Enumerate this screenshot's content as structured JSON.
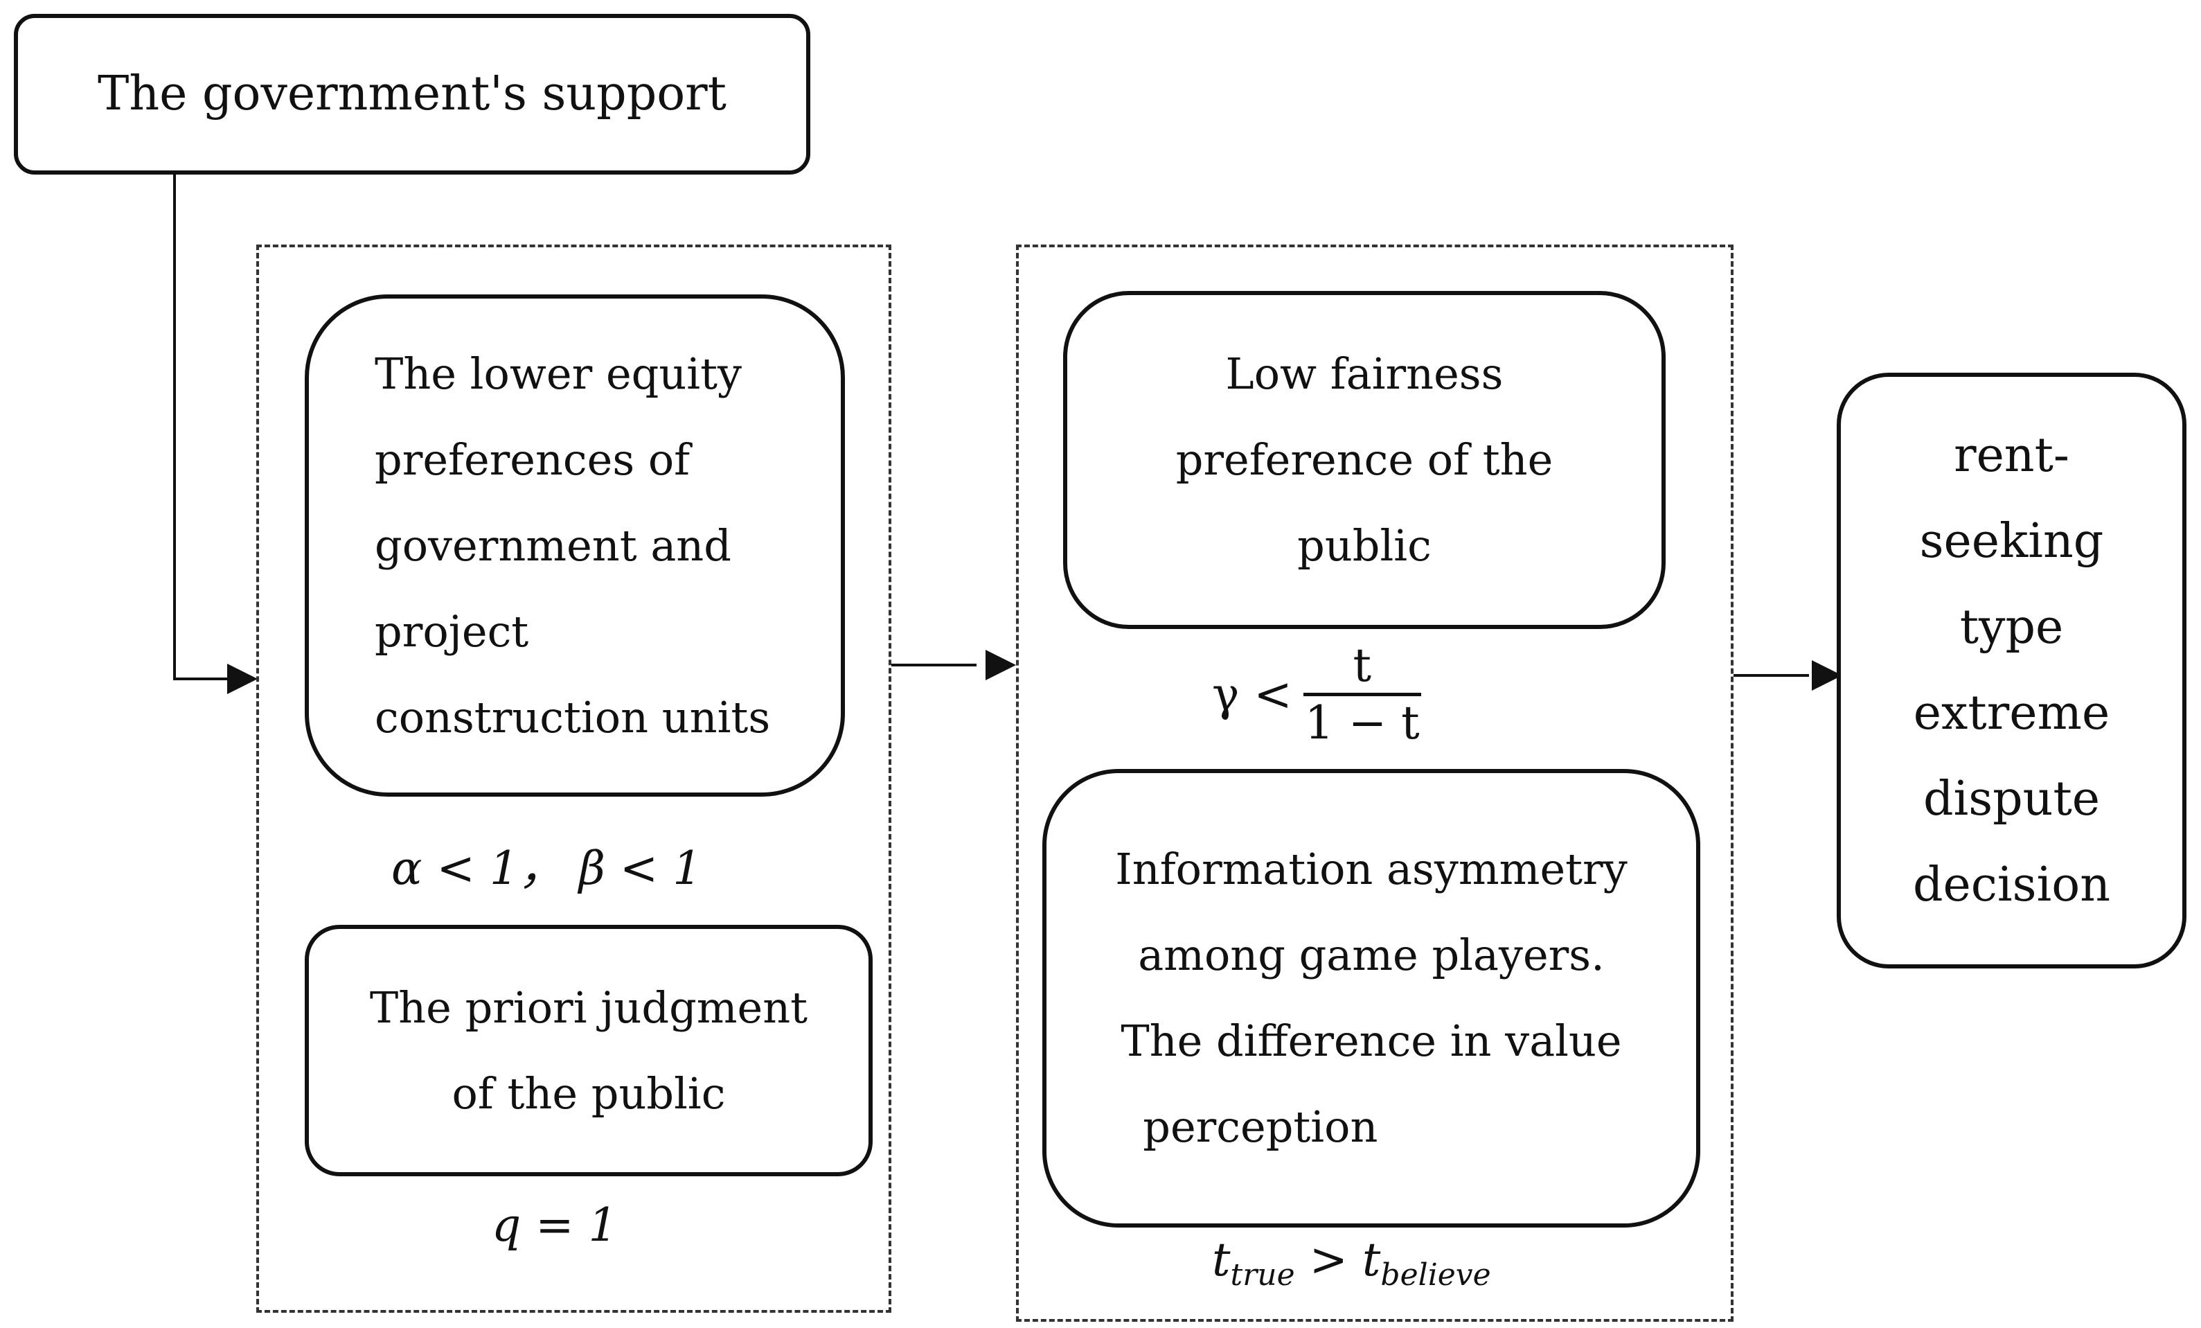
{
  "nodes": {
    "government_support": "The government's support",
    "equity_lines": [
      "The lower equity",
      "preferences of",
      "government and",
      "project",
      "construction units"
    ],
    "priori_lines": [
      "The priori judgment",
      "of the public"
    ],
    "fairness_lines": [
      "Low fairness",
      "preference of the",
      "public"
    ],
    "info_lines": [
      "Information  asymmetry",
      "among  game  players.",
      "The  difference  in  value",
      "perception"
    ],
    "decision_lines": [
      "rent-",
      "seeking",
      "type",
      "extreme",
      "dispute",
      "decision"
    ]
  },
  "conditions": {
    "alpha_beta": "α < 1， β < 1",
    "q_eq": "q = 1",
    "gamma_lhs": "γ <",
    "gamma_num": "t",
    "gamma_den": "1 − t",
    "t_main": "t",
    "t_true_sub": "true",
    "t_gt": " > ",
    "t_believe_sub": "believe"
  }
}
